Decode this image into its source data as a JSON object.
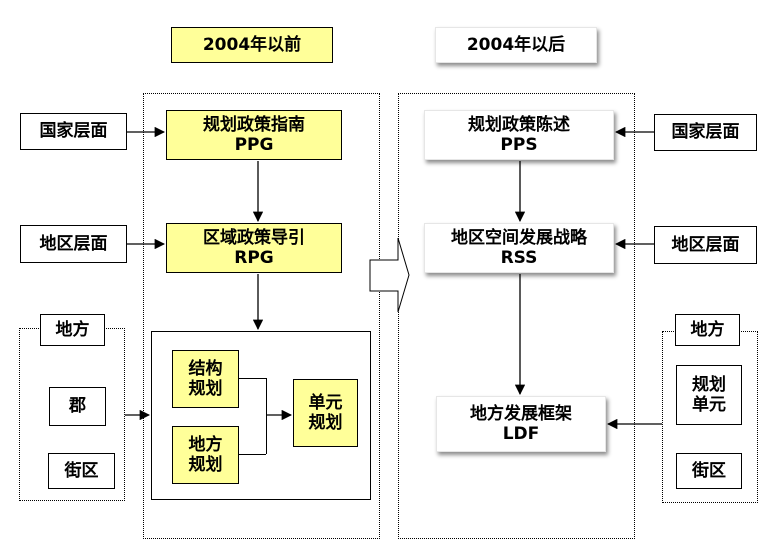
{
  "headers": {
    "before": "2004年以前",
    "after": "2004年以后"
  },
  "left": {
    "national": "国家层面",
    "regional": "地区层面",
    "local_group": "地方",
    "county": "郡",
    "district": "街区",
    "ppg": {
      "name": "规划政策指南",
      "abbr": "PPG"
    },
    "rpg": {
      "name": "区域政策导引",
      "abbr": "RPG"
    },
    "structure_plan": [
      "结构",
      "规划"
    ],
    "local_plan": [
      "地方",
      "规划"
    ],
    "unitary_plan": [
      "单元",
      "规划"
    ]
  },
  "right": {
    "national": "国家层面",
    "regional": "地区层面",
    "local_group": "地方",
    "unitary": [
      "规划",
      "单元"
    ],
    "district": "街区",
    "pps": {
      "name": "规划政策陈述",
      "abbr": "PPS"
    },
    "rss": {
      "name": "地区空间发展战略",
      "abbr": "RSS"
    },
    "ldf": {
      "name": "地方发展框架",
      "abbr": "LDF"
    }
  },
  "colors": {
    "highlight": "#ffff99",
    "border": "#000000"
  }
}
